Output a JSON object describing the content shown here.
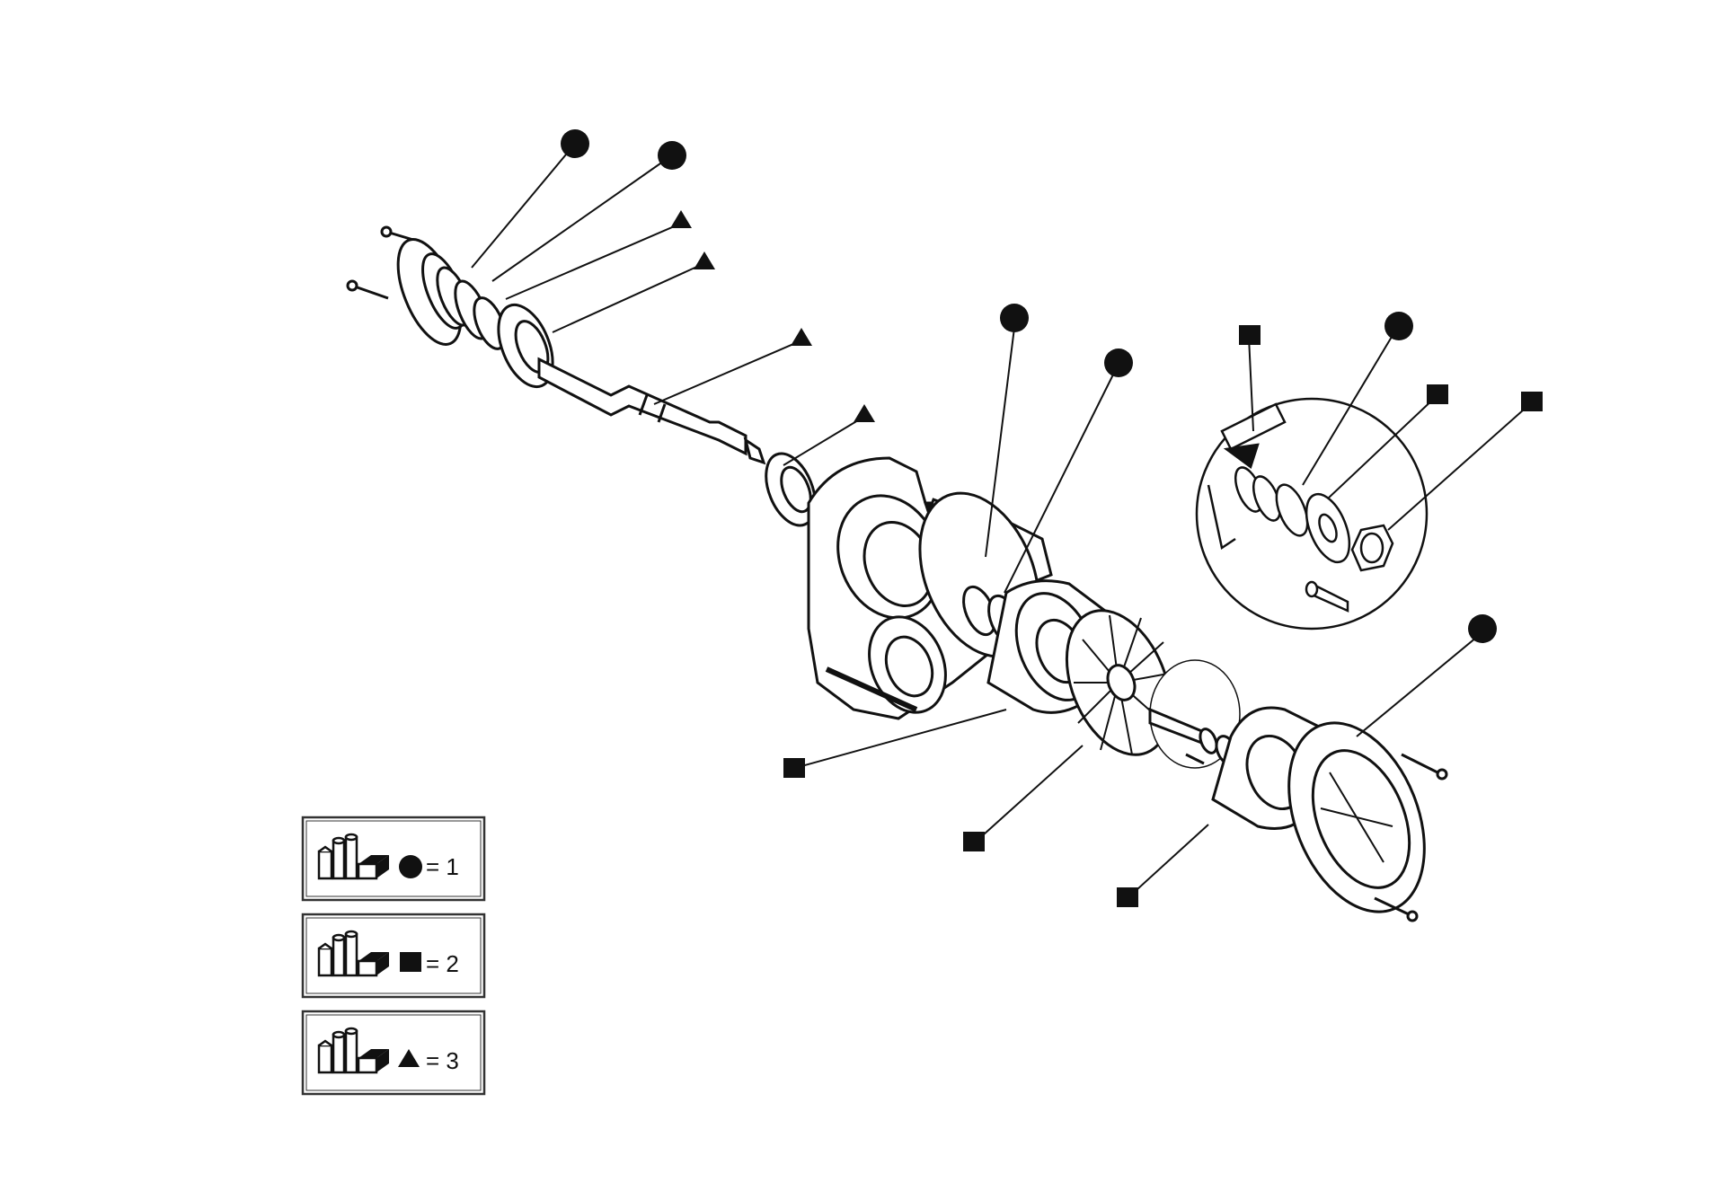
{
  "legend": [
    {
      "marker": "circle",
      "marker_icon": "filled-circle-icon",
      "text": "= 1"
    },
    {
      "marker": "square",
      "marker_icon": "filled-square-icon",
      "text": "= 2"
    },
    {
      "marker": "triangle",
      "marker_icon": "filled-triangle-icon",
      "text": "= 3"
    }
  ],
  "callouts": [
    {
      "id": "c1",
      "marker": "circle"
    },
    {
      "id": "c2",
      "marker": "circle"
    },
    {
      "id": "c3",
      "marker": "triangle"
    },
    {
      "id": "c4",
      "marker": "triangle"
    },
    {
      "id": "c5",
      "marker": "triangle"
    },
    {
      "id": "c6",
      "marker": "triangle"
    },
    {
      "id": "c7",
      "marker": "circle"
    },
    {
      "id": "c8",
      "marker": "circle"
    },
    {
      "id": "c9",
      "marker": "square"
    },
    {
      "id": "c10",
      "marker": "circle"
    },
    {
      "id": "c11",
      "marker": "square"
    },
    {
      "id": "c12",
      "marker": "square"
    },
    {
      "id": "c13",
      "marker": "circle"
    },
    {
      "id": "c14",
      "marker": "square"
    },
    {
      "id": "c15",
      "marker": "square"
    },
    {
      "id": "c16",
      "marker": "square"
    }
  ],
  "colors": {
    "ink": "#111111",
    "paper": "#ffffff",
    "legend_border": "#333333"
  }
}
